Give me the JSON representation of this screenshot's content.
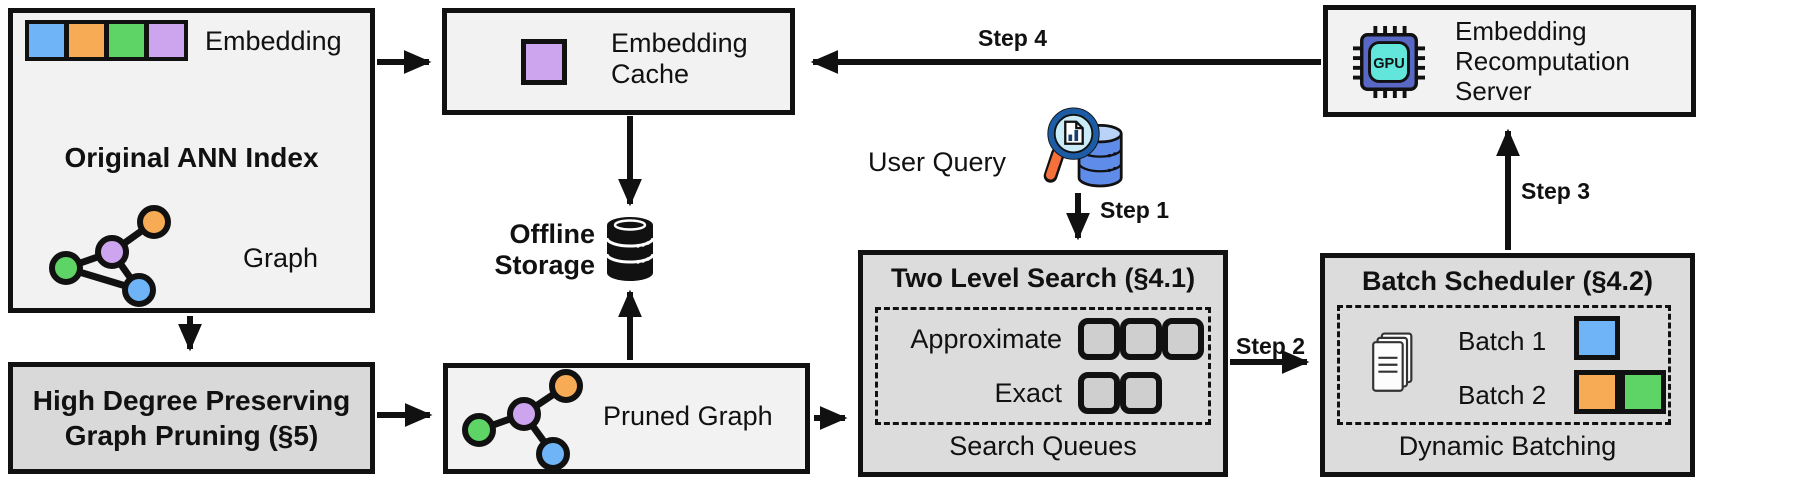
{
  "ann_index": {
    "title": "Original ANN Index",
    "embedding_label": "Embedding",
    "graph_label": "Graph"
  },
  "graph_pruning": {
    "line1": "High Degree Preserving",
    "line2": "Graph Pruning (§5)"
  },
  "embedding_cache": {
    "line1": "Embedding",
    "line2": "Cache"
  },
  "offline_storage": {
    "line1": "Offline",
    "line2": "Storage"
  },
  "pruned_graph": {
    "label": "Pruned Graph"
  },
  "user_query": {
    "label": "User Query"
  },
  "two_level_search": {
    "title": "Two Level Search (§4.1)",
    "approximate_label": "Approximate",
    "exact_label": "Exact",
    "caption": "Search Queues",
    "approximate_slots": 3,
    "exact_slots": 2
  },
  "batch_scheduler": {
    "title": "Batch Scheduler (§4.2)",
    "batch1_label": "Batch 1",
    "batch2_label": "Batch 2",
    "caption": "Dynamic Batching"
  },
  "recomputation_server": {
    "line1": "Embedding",
    "line2": "Recomputation",
    "line3": "Server",
    "gpu_label": "GPU"
  },
  "steps": {
    "step1": "Step 1",
    "step2": "Step 2",
    "step3": "Step 3",
    "step4": "Step 4"
  },
  "colors": {
    "embedding_blue": "#6eb4f7",
    "embedding_orange": "#f7ab55",
    "embedding_green": "#5dd465",
    "embedding_purple": "#cda4ee",
    "box_light": "#f2f2f2",
    "box_gray": "#d9d9d9",
    "panel_gray": "#dcdcdc",
    "queue_fill": "#cfcfcf",
    "outline": "#111111",
    "gpu_chip": "#5868c4",
    "gpu_core": "#62e6dc",
    "db_blue": "#5f8ce8",
    "db_blue_light": "#b9d3f8",
    "magnifier_rim": "#1c5ca4",
    "lens": "#c9ecf8",
    "handle_orange": "#f4713c"
  },
  "icons": [
    "embedding-vector-icon",
    "graph-icon",
    "embedding-square-icon",
    "offline-storage-db-icon",
    "pruned-graph-icon",
    "user-query-magnifier-icon",
    "search-queue-slot-icon",
    "documents-icon",
    "batch-square-icon",
    "gpu-chip-icon"
  ]
}
